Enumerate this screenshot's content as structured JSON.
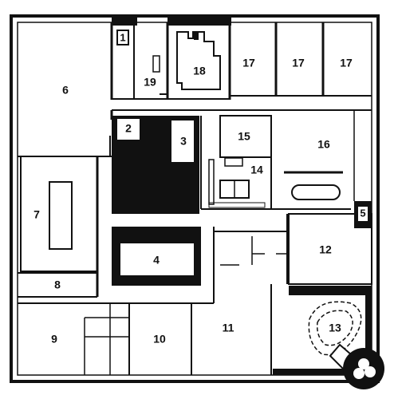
{
  "plan": {
    "rooms": [
      {
        "id": "r1",
        "label": "1"
      },
      {
        "id": "r2",
        "label": "2"
      },
      {
        "id": "r3",
        "label": "3"
      },
      {
        "id": "r4",
        "label": "4"
      },
      {
        "id": "r5",
        "label": "5"
      },
      {
        "id": "r6",
        "label": "6"
      },
      {
        "id": "r7",
        "label": "7"
      },
      {
        "id": "r8",
        "label": "8"
      },
      {
        "id": "r9",
        "label": "9"
      },
      {
        "id": "r10",
        "label": "10"
      },
      {
        "id": "r11",
        "label": "11"
      },
      {
        "id": "r12",
        "label": "12"
      },
      {
        "id": "r13",
        "label": "13"
      },
      {
        "id": "r14",
        "label": "14"
      },
      {
        "id": "r15",
        "label": "15"
      },
      {
        "id": "r16",
        "label": "16"
      },
      {
        "id": "r17a",
        "label": "17"
      },
      {
        "id": "r17b",
        "label": "17"
      },
      {
        "id": "r17c",
        "label": "17"
      },
      {
        "id": "r18",
        "label": "18"
      },
      {
        "id": "r19",
        "label": "19"
      }
    ],
    "colors": {
      "wall": "#111111",
      "paper": "#ffffff"
    }
  }
}
